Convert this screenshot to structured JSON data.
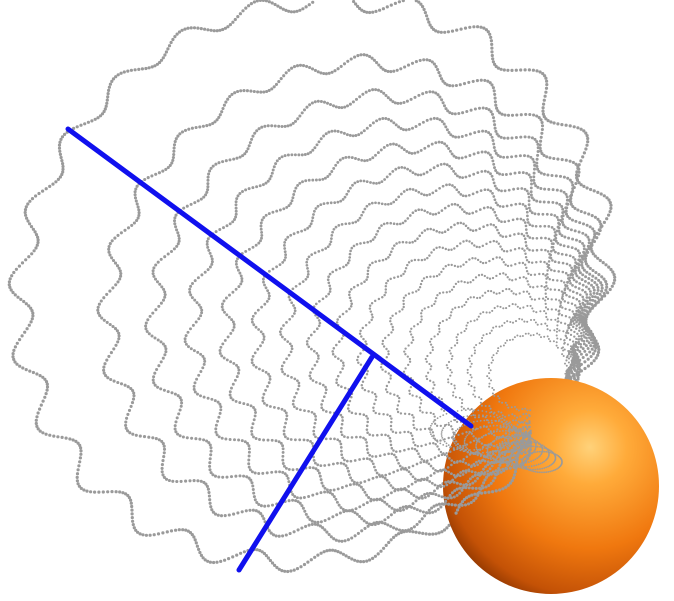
{
  "scene": {
    "background_color": "#ffffff",
    "dot_color": "#9a9a9a",
    "axis_color": "#1010ee",
    "sphere_colors": {
      "highlight": "#ffd27a",
      "mid": "#ff9a22",
      "base": "#e0620a",
      "shadow": "#8a3400"
    },
    "objects": [
      "helical-particle-trail",
      "axis-segment-long",
      "axis-segment-short",
      "orange-sphere"
    ]
  }
}
